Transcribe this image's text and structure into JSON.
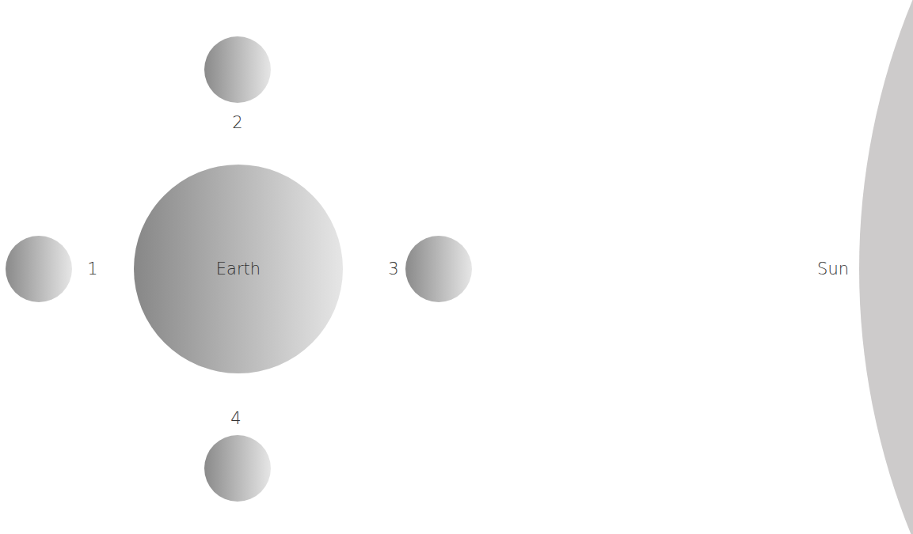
{
  "diagram": {
    "nodes": [
      {
        "text": [
          "Earth"
        ]
      },
      {
        "text": [
          "Sun"
        ]
      }
    ],
    "labels": [
      "1",
      "2",
      "3",
      "4"
    ]
  }
}
